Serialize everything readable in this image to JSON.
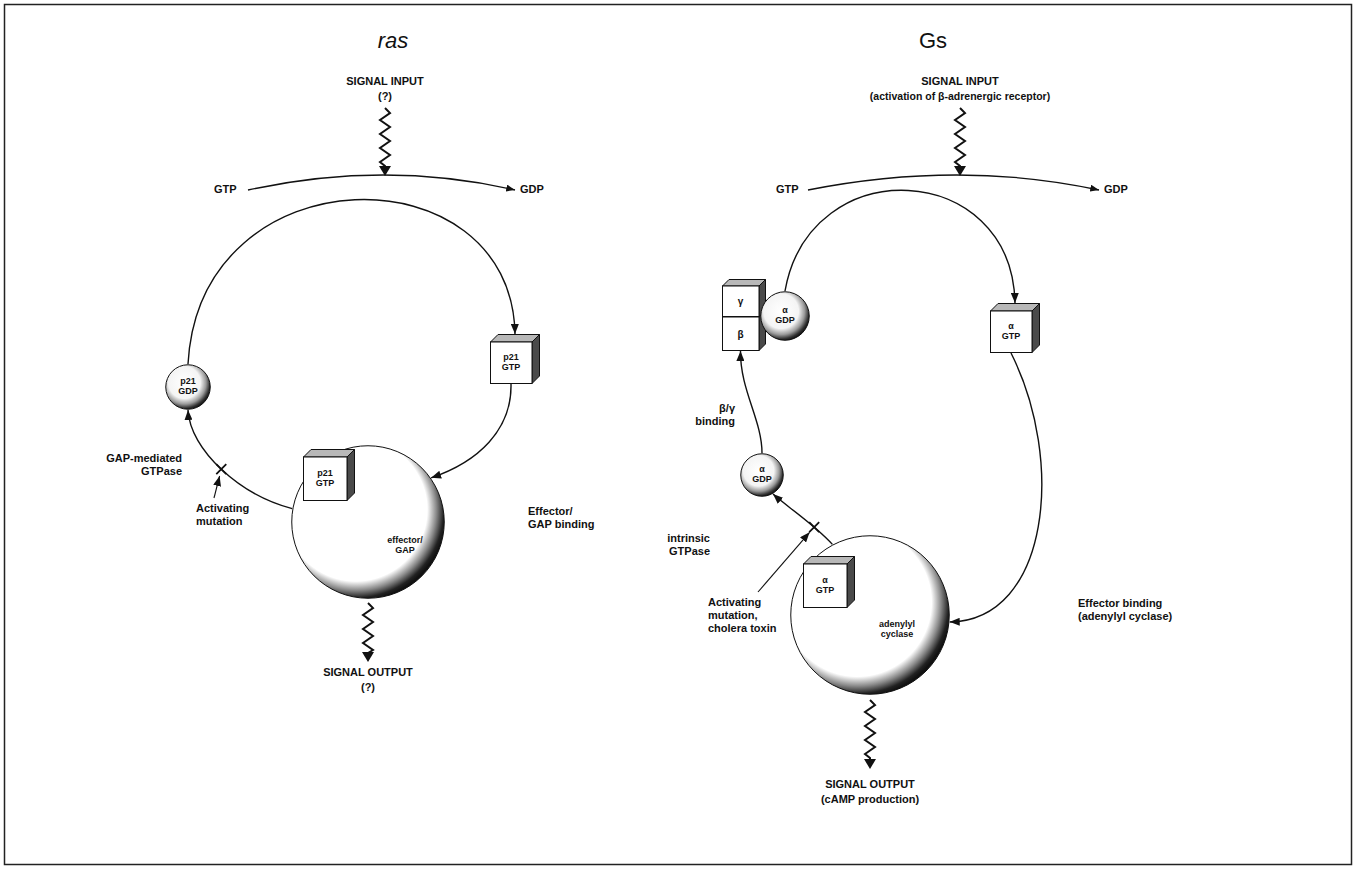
{
  "diagram": {
    "nodes": [
      {
        "text": [
          "p21 GDP"
        ]
      },
      {
        "text": [
          "p21 GTP"
        ]
      },
      {
        "text": [
          "effector/ GAP"
        ]
      },
      {
        "text": [
          "p21 GTP"
        ],
        "in": 2
      },
      {
        "text": [
          "γ"
        ]
      },
      {
        "text": [
          "β"
        ]
      },
      {
        "text": [
          "α GDP"
        ]
      },
      {
        "text": [
          "α GTP"
        ]
      },
      {
        "text": [
          "adenylyl cyclase"
        ]
      },
      {
        "text": [
          "α GTP"
        ],
        "in": 8
      },
      {
        "text": [
          "α GDP"
        ]
      }
    ],
    "edges": [
      {
        "from": 0,
        "to": 1,
        "arrow": "to"
      },
      {
        "from": 1,
        "to": 2,
        "arrow": "to"
      },
      {
        "from": 2,
        "to": 0,
        "arrow": "to"
      },
      {
        "from": 6,
        "to": 7,
        "arrow": "to"
      },
      {
        "from": 7,
        "to": 8,
        "arrow": "to"
      },
      {
        "from": 8,
        "to": 10,
        "arrow": "to"
      },
      {
        "from": 10,
        "to": 5,
        "arrow": "to"
      }
    ],
    "labels": [
      "ras",
      "SIGNAL INPUT",
      "(?)",
      "GTP",
      "GDP",
      "Effector/ GAP binding",
      "GAP-mediated GTPase",
      "Activating mutation",
      "SIGNAL OUTPUT",
      "(?)",
      "Gs",
      "SIGNAL INPUT",
      "(activation of β-adrenergic receptor)",
      "GTP",
      "GDP",
      "β/γ binding",
      "intrinsic GTPase",
      "Activating mutation, cholera toxin",
      "Effector binding (adenylyl cyclase)",
      "SIGNAL OUTPUT",
      "(cAMP production)"
    ]
  }
}
